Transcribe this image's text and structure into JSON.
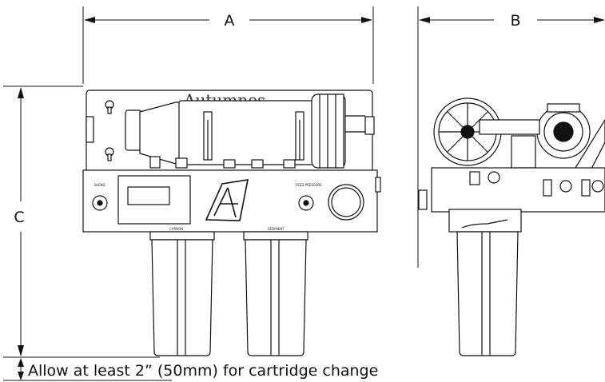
{
  "dimensions": {
    "width_label": "A",
    "depth_label": "B",
    "height_label": "C"
  },
  "note": "Allow at least 2” (50mm) for cartridge change",
  "front_view": {
    "brand_text": "Autumnos",
    "gauge_left_label": "BLEND",
    "gauge_right_label": "FEED PRESSURE",
    "filter_left_label": "CARBON",
    "filter_right_label": "SEDIMENT"
  },
  "colors": {
    "line": "#111111",
    "fill": "#ffffff"
  }
}
